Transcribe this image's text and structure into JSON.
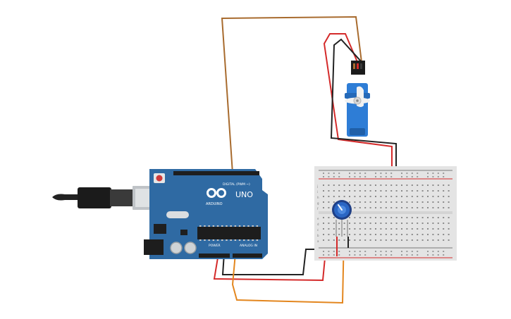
{
  "board": {
    "name": "UNO",
    "brand": "ARDUINO",
    "digital_label": "DIGITAL (PWM ~)",
    "power_label": "POWER",
    "analog_label": "ANALOG IN",
    "color": "#2f6aa3"
  },
  "breadboard": {
    "row_letters_top": [
      "j",
      "i",
      "h",
      "g",
      "f"
    ],
    "row_letters_bottom": [
      "e",
      "d",
      "c",
      "b",
      "a"
    ],
    "color": "#e4e4e4"
  },
  "wires": {
    "signal_color": "#a86b2e",
    "power_color": "#d42a2a",
    "ground_color": "#222222",
    "analog_color": "#e3861e"
  },
  "components": {
    "servo_color": "#2e7dd6",
    "pot_color": "#2a66c4"
  }
}
